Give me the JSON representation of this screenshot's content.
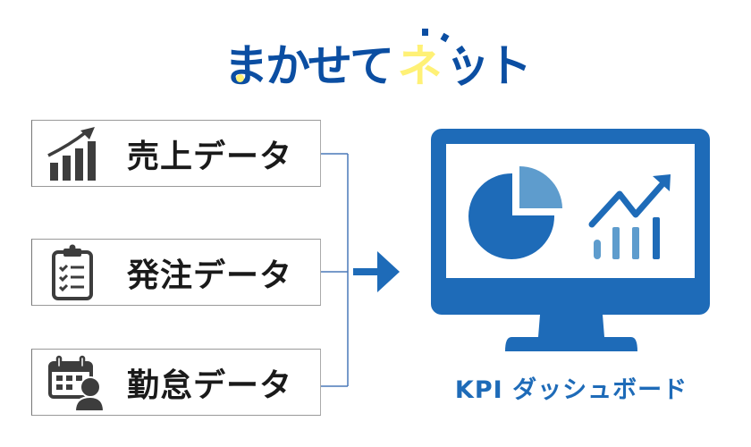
{
  "logo": {
    "text_prefix": "まかせて",
    "text_highlight": "ネ",
    "text_suffix": "ット",
    "colors": {
      "primary": "#0b4ea2",
      "highlight": "#fff176"
    }
  },
  "sources": [
    {
      "label": "売上データ",
      "icon": "growth-chart-icon"
    },
    {
      "label": "発注データ",
      "icon": "clipboard-checklist-icon"
    },
    {
      "label": "勤怠データ",
      "icon": "calendar-person-icon"
    }
  ],
  "flow": {
    "arrow": "right-arrow-icon",
    "line_color": "#4a78b8",
    "arrow_color": "#1e6bb8"
  },
  "destination": {
    "label": "KPI ダッシュボード",
    "icon": "monitor-dashboard-icon",
    "colors": {
      "primary": "#1e6bb8",
      "secondary": "#5e9ccd"
    }
  }
}
